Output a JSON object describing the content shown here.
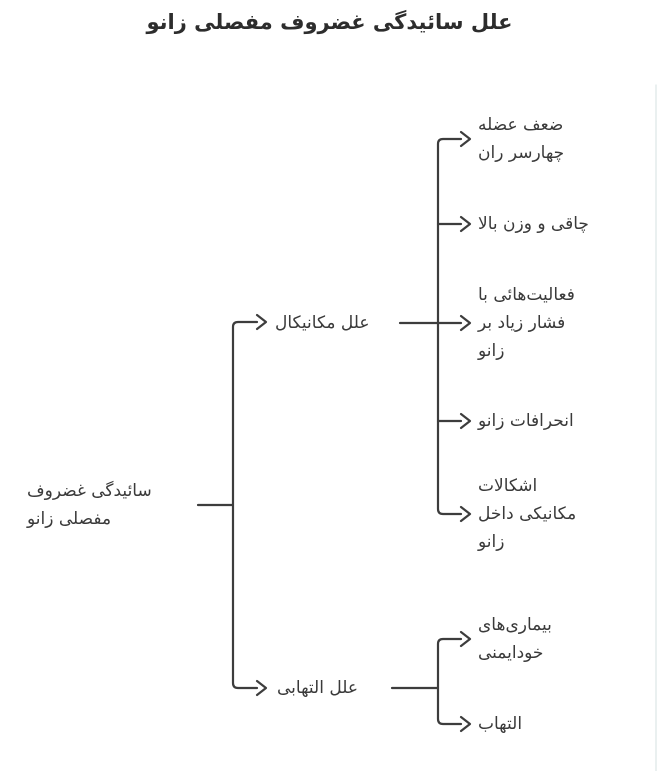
{
  "title": "علل سائیدگی غضروف مفصلی زانو",
  "tree": {
    "root": {
      "label": "سائیدگی غضروف\nمفصلی زانو"
    },
    "branches": [
      {
        "label": "علل مکانیکال",
        "children": [
          {
            "label": "ضعف عضله\nچهارسر ران"
          },
          {
            "label": "چاقی و وزن بالا"
          },
          {
            "label": "فعالیت‌هائی با\nفشار زیاد بر\nزانو"
          },
          {
            "label": "انحرافات زانو"
          },
          {
            "label": "اشکالات\nمکانیکی داخل\nزانو"
          }
        ]
      },
      {
        "label": "علل التهابی",
        "children": [
          {
            "label": "بیماری‌های\nخودایمنی"
          },
          {
            "label": "التهاب"
          }
        ]
      }
    ]
  },
  "colors": {
    "line": "#3d3d3d",
    "text": "#3a3a3a",
    "title": "#2d2d2d",
    "border": "#dce6e6"
  }
}
